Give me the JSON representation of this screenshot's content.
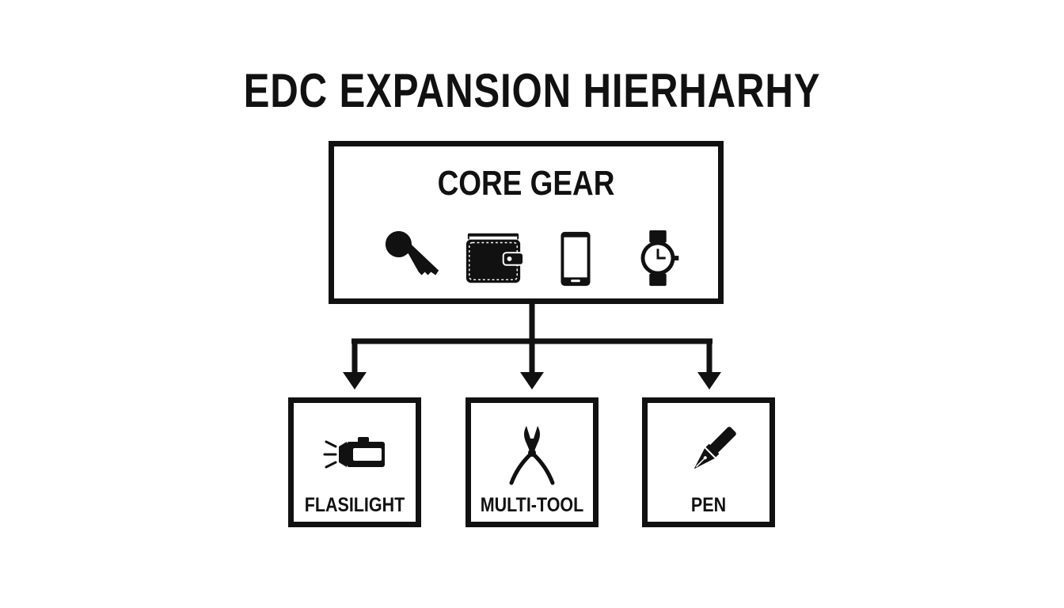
{
  "title": "EDC EXPANSION HIERHARHY",
  "core": {
    "title": "CORE GEAR",
    "icons": [
      "key-icon",
      "wallet-icon",
      "smartphone-icon",
      "wristwatch-icon"
    ]
  },
  "expansions": [
    {
      "label": "FLASILIGHT",
      "icon": "flashlight-icon"
    },
    {
      "label": "MULTI-TOOL",
      "icon": "pliers-icon"
    },
    {
      "label": "PEN",
      "icon": "fountain-pen-icon"
    }
  ],
  "colors": {
    "ink": "#111111",
    "background": "#ffffff"
  }
}
